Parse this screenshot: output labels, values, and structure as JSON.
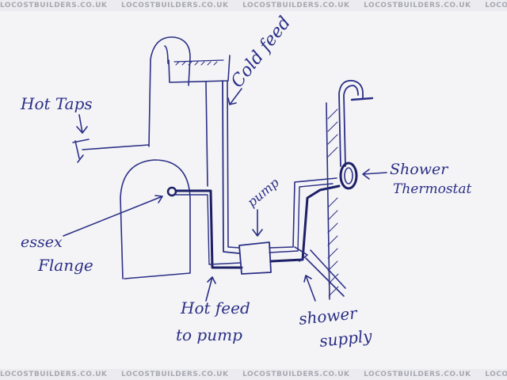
{
  "watermark": {
    "text": "LOCOSTBUILDERS.CO.UK",
    "repeat": 8
  },
  "labels": {
    "hot_taps": "Hot Taps",
    "cold_feed": "Cold feed",
    "pump": "pump",
    "shower_thermostat_line1": "Shower",
    "shower_thermostat_line2": "Thermostat",
    "essex_flange_line1": "essex",
    "essex_flange_line2": "Flange",
    "hot_feed_line1": "Hot feed",
    "hot_feed_line2": "to pump",
    "shower_supply_line1": "shower",
    "shower_supply_line2": "supply"
  },
  "colors": {
    "ink": "#2b2f86",
    "ink_dark": "#1d2066",
    "paper": "#f4f4f6",
    "watermark": "#a8a8b2"
  }
}
